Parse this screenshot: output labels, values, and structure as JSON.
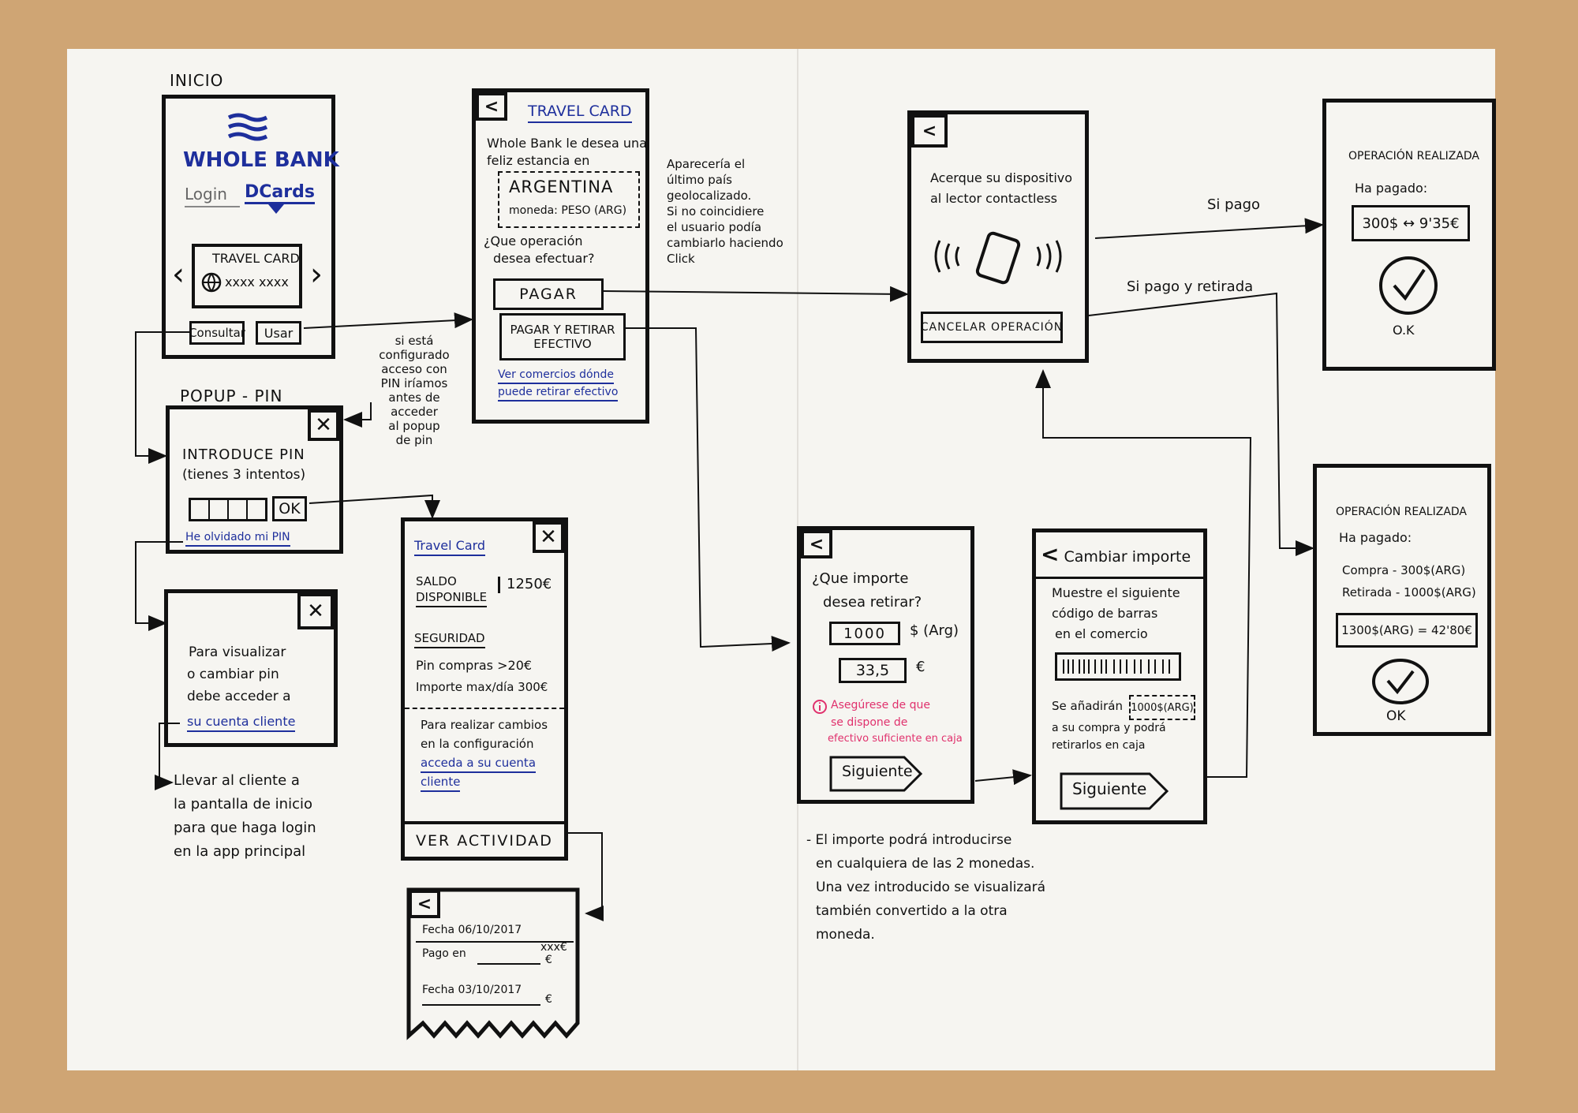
{
  "labels": {
    "inicio": "INICIO",
    "popup_pin": "POPUP - PIN"
  },
  "home": {
    "brand": "WHOLE BANK",
    "tab_login": "Login",
    "tab_dcards": "DCards",
    "card_title": "TRAVEL CARD",
    "card_number": "xxxx xxxx",
    "btn_consultar": "Consultar",
    "btn_usar": "Usar"
  },
  "note_pin": [
    "si está configurado",
    "acceso con",
    "PIN iríamos",
    "antes de",
    "acceder",
    "al popup",
    "de pin"
  ],
  "travel_use": {
    "title": "TRAVEL CARD",
    "greeting": [
      "Whole Bank le desea una",
      "feliz estancia en"
    ],
    "country": "ARGENTINA",
    "currency": "moneda: PESO (ARG)",
    "question": [
      "¿Que operación",
      "desea efectuar?"
    ],
    "btn_pagar": "PAGAR",
    "btn_pagar_retirar": [
      "PAGAR Y RETIRAR",
      "EFECTIVO"
    ],
    "link_comercio": [
      "Ver comercios dónde",
      "puede retirar efectivo"
    ]
  },
  "note_country": [
    "Aparecería el",
    "último país",
    "geolocalizado.",
    "Si no coincidiere",
    "el usuario podía",
    "cambiarlo haciendo",
    "Click"
  ],
  "pin_popup": {
    "title": [
      "INTRODUCE PIN",
      "(tienes 3 intentos)"
    ],
    "btn_ok": "OK",
    "link_forgot": "He olvidado mi PIN"
  },
  "visualizar_popup": {
    "text": [
      "Para visualizar",
      "o cambiar pin",
      "debe acceder a"
    ],
    "link": "su cuenta cliente"
  },
  "note_login": [
    "Llevar al cliente a",
    "la pantalla de inicio",
    "para que haga login",
    "en la app principal"
  ],
  "card_detail": {
    "title": "Travel Card",
    "saldo_label": [
      "SALDO",
      "DISPONIBLE"
    ],
    "saldo_value": "1250€",
    "seguridad": "SEGURIDAD",
    "pin_compras": "Pin compras >20€",
    "importe_max": "Importe max/día 300€",
    "cambios_text": [
      "Para realizar cambios",
      "en la configuración"
    ],
    "cambios_link": [
      "acceda a su cuenta",
      "cliente"
    ],
    "btn_actividad": "VER ACTIVIDAD"
  },
  "activity": {
    "date1": "Fecha 06/10/2017",
    "pago": "Pago en",
    "amount1": "xxx€",
    "amount2": "€",
    "date2": "Fecha 03/10/2017",
    "amount3": "€"
  },
  "contactless": {
    "text": [
      "Acerque su dispositivo",
      "al lector contactless"
    ],
    "btn_cancel": "CANCELAR OPERACIÓN"
  },
  "flow": {
    "si_pago": "Si pago",
    "si_pago_retirada": "Si pago y retirada"
  },
  "done1": {
    "title": "OPERACIÓN REALIZADA",
    "paid_label": "Ha pagado:",
    "amount": "300$ ↔ 9'35€",
    "ok": "O.K"
  },
  "done2": {
    "title": "OPERACIÓN REALIZADA",
    "paid_label": "Ha pagado:",
    "compra": "Compra - 300$(ARG)",
    "retirada": "Retirada - 1000$(ARG)",
    "total": "1300$(ARG) = 42'80€",
    "ok": "OK"
  },
  "withdraw": {
    "question": [
      "¿Que importe",
      "desea retirar?"
    ],
    "value_ars": "1000",
    "unit_ars": "$ (Arg)",
    "value_eur": "33,5",
    "unit_eur": "€",
    "warning": [
      "Asegúrese de que",
      "se dispone de",
      "efectivo suficiente en caja"
    ],
    "btn_next": "Siguiente"
  },
  "change": {
    "title": "Cambiar importe",
    "text": [
      "Muestre el siguiente",
      "código de barras",
      "en el comercio"
    ],
    "added": "Se añadirán",
    "added_value": "1000$(ARG)",
    "added_rest": [
      "a su compra y podrá",
      "retirarlos en caja"
    ],
    "btn_next": "Siguiente"
  },
  "note_importe": [
    "- El importe podrá introducirse",
    "en cualquiera de las 2 monedas.",
    "Una vez introducido se visualizará",
    "también convertido a la otra",
    "moneda."
  ],
  "colors": {
    "ink": "#111111",
    "blue": "#1e2f9c",
    "pink": "#e0316d",
    "paper": "#f6f5f1",
    "table": "#cfa574"
  },
  "icons": [
    "back-arrow-icon",
    "close-icon",
    "waves-logo-icon",
    "globe-icon",
    "phone-contactless-icon",
    "checkmark-icon",
    "barcode-icon",
    "info-icon"
  ]
}
